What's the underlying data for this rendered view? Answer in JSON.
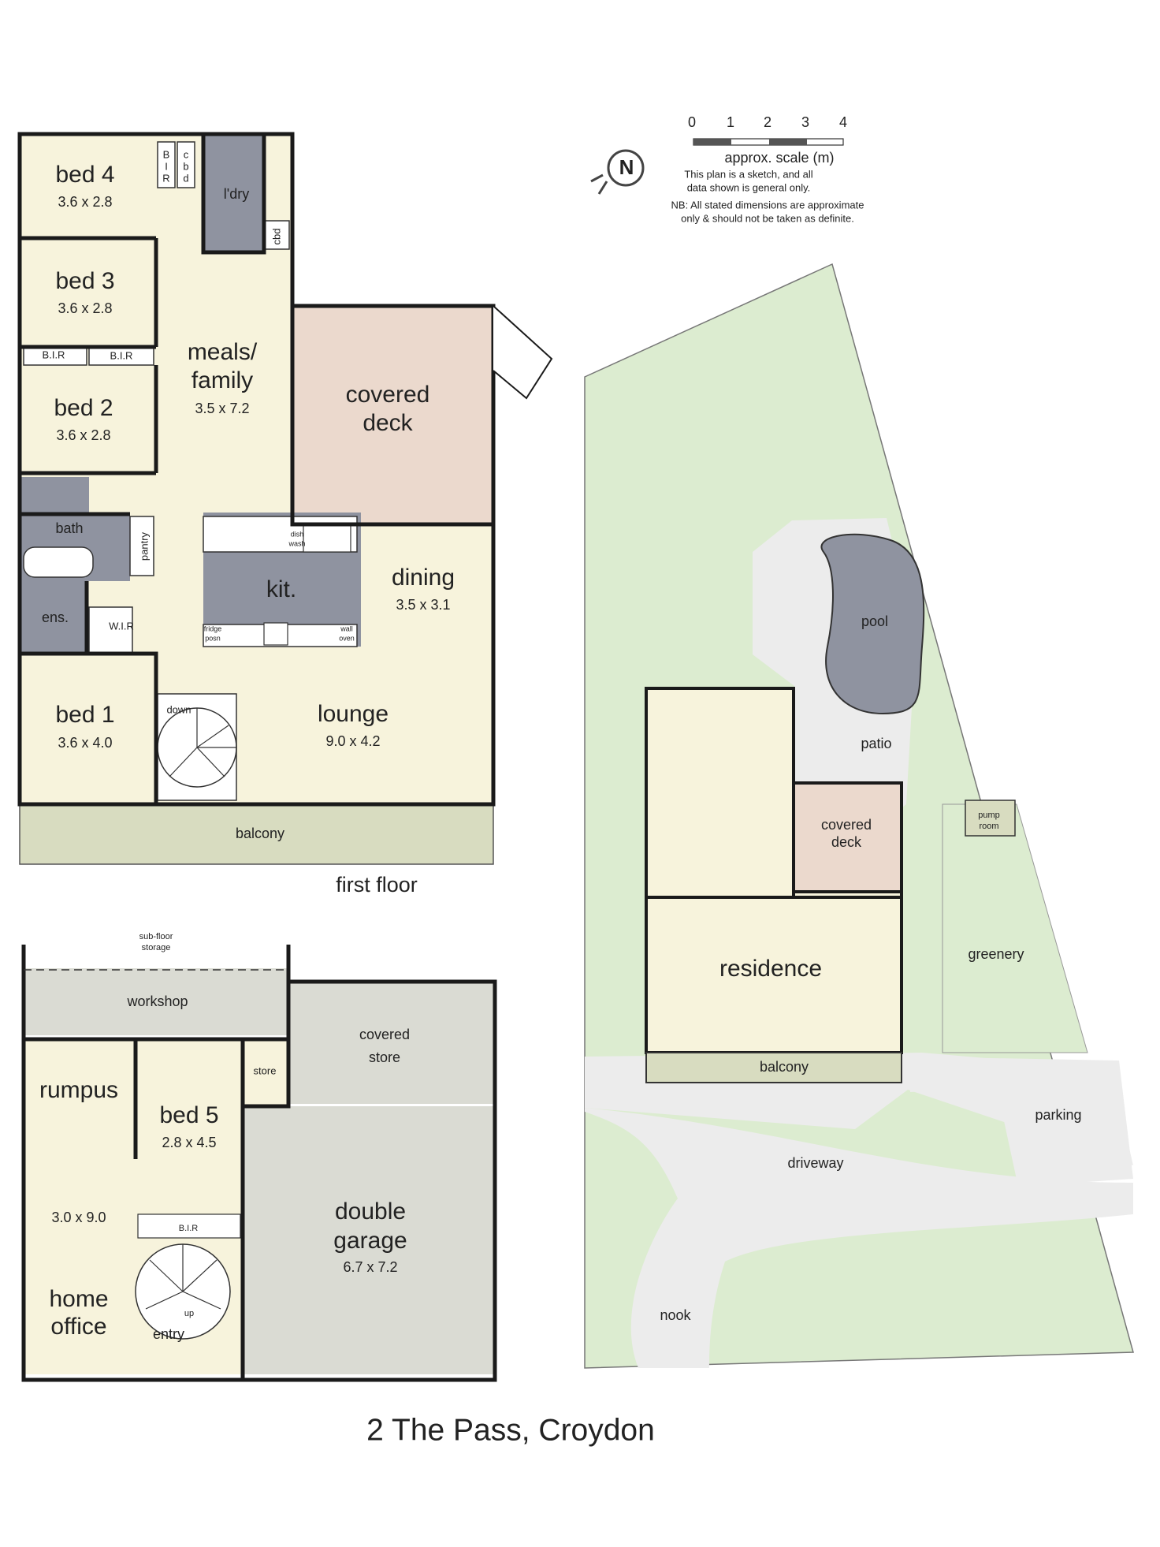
{
  "title": "2 The Pass, Croydon",
  "floors": {
    "first_floor_label": "first floor"
  },
  "scale": {
    "ticks": [
      "0",
      "1",
      "2",
      "3",
      "4"
    ],
    "label": "approx. scale (m)",
    "note1": "This plan is a sketch, and all",
    "note2": "data shown is general only.",
    "note3": "NB: All stated dimensions are approximate",
    "note4": "only & should not be taken as definite.",
    "north": "N"
  },
  "first_floor": {
    "bed4": {
      "name": "bed 4",
      "dim": "3.6 x 2.8"
    },
    "bed3": {
      "name": "bed 3",
      "dim": "3.6 x 2.8"
    },
    "bed2": {
      "name": "bed 2",
      "dim": "3.6 x 2.8"
    },
    "bed1": {
      "name": "bed 1",
      "dim": "3.6 x 4.0"
    },
    "meals": {
      "name1": "meals/",
      "name2": "family",
      "dim": "3.5 x 7.2"
    },
    "laundry": "l'dry",
    "covered_deck": {
      "name1": "covered",
      "name2": "deck"
    },
    "kitchen": "kit.",
    "dining": {
      "name": "dining",
      "dim": "3.5 x 3.1"
    },
    "lounge": {
      "name": "lounge",
      "dim": "9.0 x 4.2"
    },
    "bath": "bath",
    "ens": "ens.",
    "wir": "W.I.R",
    "pantry": "pantry",
    "bir": "B.I.R",
    "bir_vertical": [
      "B",
      "I",
      "R"
    ],
    "cbd_vertical": [
      "c",
      "b",
      "d"
    ],
    "cbd": "cbd",
    "dishwash": [
      "dish",
      "wash"
    ],
    "fridge": [
      "fridge",
      "posn"
    ],
    "wall_oven": [
      "wall",
      "oven"
    ],
    "down": "down",
    "balcony": "balcony"
  },
  "ground_floor": {
    "subfloor": [
      "sub-floor",
      "storage"
    ],
    "workshop": "workshop",
    "covered_store": {
      "name1": "covered",
      "name2": "store"
    },
    "rumpus": "rumpus",
    "rumpus_dim": "3.0 x 9.0",
    "home_office": {
      "name1": "home",
      "name2": "office"
    },
    "bed5": {
      "name": "bed 5",
      "dim": "2.8 x 4.5"
    },
    "store": "store",
    "bir": "B.I.R",
    "up": "up",
    "entry": "entry",
    "garage": {
      "name1": "double",
      "name2": "garage",
      "dim": "6.7 x 7.2"
    }
  },
  "site": {
    "pool": "pool",
    "patio": "patio",
    "covered_deck": {
      "name1": "covered",
      "name2": "deck"
    },
    "pump_room": [
      "pump",
      "room"
    ],
    "residence": "residence",
    "greenery": "greenery",
    "balcony": "balcony",
    "parking": "parking",
    "driveway": "driveway",
    "nook": "nook"
  },
  "colors": {
    "room": "#f7f3dc",
    "service": "#8f93a0",
    "deck": "#ebd9cd",
    "balcony": "#d8dcc0",
    "grey_area": "#dadbd3",
    "garden": "#dcecd0",
    "paved": "#ececec",
    "pool": "#8f93a0"
  }
}
